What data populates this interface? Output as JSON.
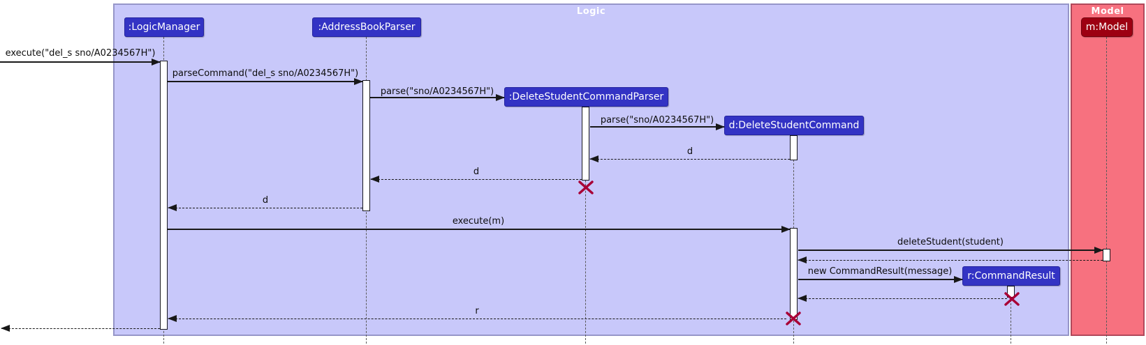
{
  "frames": {
    "logic": {
      "title": "Logic"
    },
    "model": {
      "title": "Model"
    }
  },
  "participants": {
    "logic_manager": ":LogicManager",
    "address_book_parser": ":AddressBookParser",
    "delete_student_command_parser": ":DeleteStudentCommandParser",
    "delete_student_command": "d:DeleteStudentCommand",
    "command_result": "r:CommandResult",
    "model": "m:Model"
  },
  "messages": {
    "execute_external": "execute(\"del_s sno/A0234567H\")",
    "parse_command": "parseCommand(\"del_s sno/A0234567H\")",
    "parse_1": "parse(\"sno/A0234567H\")",
    "parse_2": "parse(\"sno/A0234567H\")",
    "return_d_1": "d",
    "return_d_2": "d",
    "return_d_3": "d",
    "execute_m": "execute(m)",
    "delete_student": "deleteStudent(student)",
    "new_command_result": "new CommandResult(message)",
    "return_r": "r"
  },
  "colors": {
    "logic_fill": "#C8C8FA",
    "logic_border": "#9696C8",
    "model_fill": "#F7717F",
    "model_border": "#B0485A",
    "participant_fill": "#3333C4",
    "participant_border": "#24249E",
    "model_participant_fill": "#9D0012",
    "model_participant_border": "#70000D",
    "destroy_color": "#A80036",
    "arrow_color": "#181818",
    "lifeline_color": "#5A5A5A",
    "activation_fill": "#FFFFFF"
  }
}
